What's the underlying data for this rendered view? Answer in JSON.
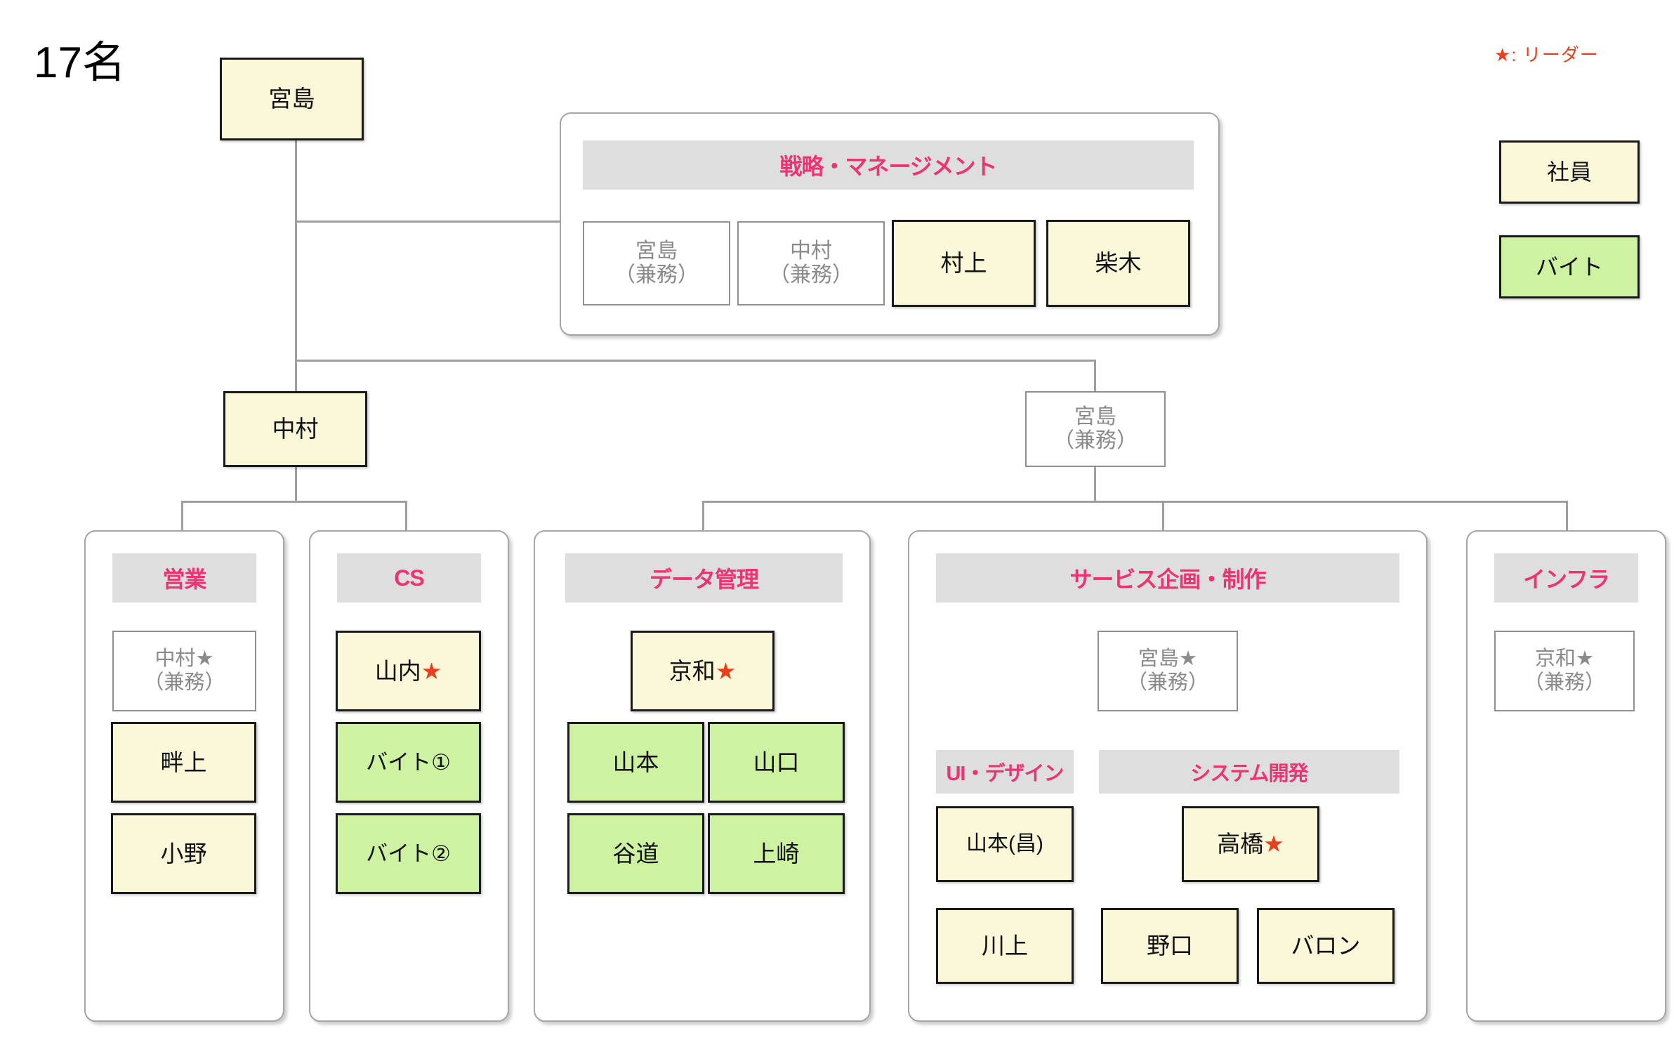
{
  "title": {
    "headcount": "17名"
  },
  "legend": {
    "leader_mark": "★:",
    "leader_label": "リーダー",
    "employee_label": "社員",
    "parttime_label": "バイト",
    "colors": {
      "employee_fill": "#FAF8D8",
      "parttime_fill": "#CDF3A2",
      "group_header_fill": "#DEDEDE",
      "group_header_text": "#ED3372",
      "leader_star": "#E8401C",
      "dual_role_text": "#8A8A8A",
      "connector": "#9E9E9E"
    }
  },
  "top": {
    "ceo": "宮島"
  },
  "strategy_group": {
    "header": "戦略・マネージメント",
    "members": [
      {
        "name": "宮島\n（兼務）",
        "type": "dual"
      },
      {
        "name": "中村\n（兼務）",
        "type": "dual"
      },
      {
        "name": "村上",
        "type": "employee"
      },
      {
        "name": "柴木",
        "type": "employee"
      }
    ]
  },
  "mid": {
    "left_manager": "中村",
    "right_manager": "宮島\n（兼務）"
  },
  "departments": [
    {
      "id": "sales",
      "header": "営業",
      "members": [
        {
          "name": "中村",
          "star": "gray",
          "sub": "（兼務）",
          "type": "dual"
        },
        {
          "name": "畔上",
          "type": "employee"
        },
        {
          "name": "小野",
          "type": "employee"
        }
      ]
    },
    {
      "id": "cs",
      "header": "CS",
      "members": [
        {
          "name": "山内",
          "star": "red",
          "type": "employee"
        },
        {
          "name": "バイト①",
          "type": "parttime"
        },
        {
          "name": "バイト②",
          "type": "parttime"
        }
      ]
    },
    {
      "id": "data",
      "header": "データ管理",
      "lead": {
        "name": "京和",
        "star": "red",
        "type": "employee"
      },
      "members": [
        {
          "name": "山本",
          "type": "parttime"
        },
        {
          "name": "山口",
          "type": "parttime"
        },
        {
          "name": "谷道",
          "type": "parttime"
        },
        {
          "name": "上崎",
          "type": "parttime"
        }
      ]
    },
    {
      "id": "service",
      "header": "サービス企画・制作",
      "lead": {
        "name": "宮島",
        "star": "gray",
        "sub": "（兼務）",
        "type": "dual"
      },
      "subgroups": [
        {
          "header": "UI・デザイン",
          "members": [
            {
              "name": "山本(昌)",
              "type": "employee"
            },
            {
              "name": "川上",
              "type": "employee"
            }
          ]
        },
        {
          "header": "システム開発",
          "members": [
            {
              "name": "高橋",
              "star": "red",
              "type": "employee"
            },
            {
              "name": "野口",
              "type": "employee"
            },
            {
              "name": "バロン",
              "type": "employee"
            }
          ]
        }
      ]
    },
    {
      "id": "infra",
      "header": "インフラ",
      "members": [
        {
          "name": "京和",
          "star": "gray",
          "sub": "（兼務）",
          "type": "dual"
        }
      ]
    }
  ]
}
